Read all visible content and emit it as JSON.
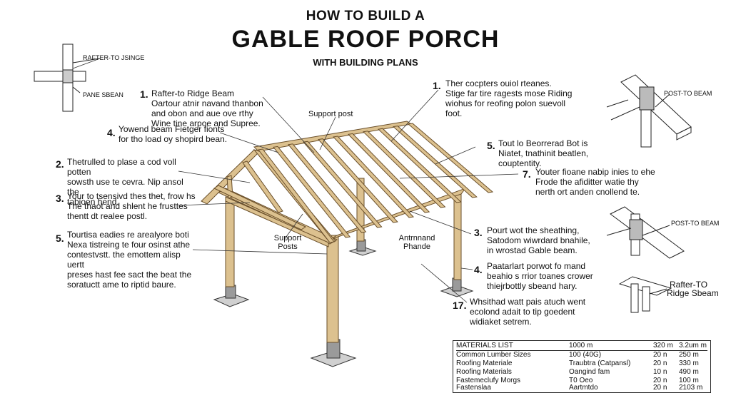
{
  "title": {
    "line1": "HOW TO BUILD A",
    "line2": "GABLE ROOF PORCH",
    "line3": "WITH BUILDING PLANS"
  },
  "insets": {
    "top_left": {
      "label_a": "RAFTER-TO JSINGE",
      "label_b": "PANE SBEAN"
    },
    "right_top": {
      "label": "POST-TO BEAM"
    },
    "right_mid": {
      "label": "POST-TO BEAM"
    },
    "right_bottom": {
      "label_1": "Rafter-TO",
      "label_2": "Ridge Sbeam"
    }
  },
  "labels": {
    "support_post_top": "Support post",
    "support_posts_left_1": "Support",
    "support_posts_left_2": "Posts",
    "antenna_1": "Antrnnand",
    "antenna_2": "Phande"
  },
  "left_notes": [
    {
      "num": "1.",
      "lines": [
        "Rafter-to Ridge Beam",
        "Oartour atnir navand thanbon",
        "and obon and aue ove rthy",
        "Wine tine arpoe and Supree."
      ]
    },
    {
      "num": "4.",
      "lines": [
        "Yowend beam Fietger fionts",
        "for tho load oy shopird bean."
      ]
    },
    {
      "num": "2.",
      "lines": [
        "Thetrulled to plase a cod voll potten",
        "sowsth use te cevra. Nip ansol the",
        "tabioen hend."
      ]
    },
    {
      "num": "3.",
      "lines": [
        "Your to tsensivd thes thet, frow hs",
        "The thaot and shlent he frusttes",
        "thentt dt realee postl."
      ]
    },
    {
      "num": "5.",
      "lines": [
        "Tourtisa eadies re arealyore boti",
        "Nexa tistreing te four osinst athe",
        "contestvstt. the emottem alisp uertt",
        "preses hast fee sact the beat the",
        "soratuctt ame to riptid baure."
      ]
    }
  ],
  "right_notes": [
    {
      "num": "1.",
      "lines": [
        "Ther cocpters ouiol rteanes.",
        "Stige far tire ragests mose Riding",
        "wiohus for reofing polon suevoll",
        "foot."
      ]
    },
    {
      "num": "5.",
      "lines": [
        "Tout lo Beorrerad Bot is",
        "Niatet, tnathinit beatlen,",
        "couptentity."
      ]
    },
    {
      "num": "7.",
      "lines": [
        "Youter fioane nabip inies to ehe",
        "Frode the afiditter watie thy",
        "nerth ort anden cnollend te."
      ]
    },
    {
      "num": "3.",
      "lines": [
        "Pourt wot the sheathing,",
        "Satodom wiwrdard bnahile,",
        "in wrostad Gable beam."
      ]
    },
    {
      "num": "4.",
      "lines": [
        "Paatarlart porwot fo mand",
        "beahio s rrior toanes crower",
        "thiejrbottly sbeand hary."
      ]
    },
    {
      "num": "17.",
      "lines": [
        "Whsithad watt pais atuch went",
        "ecolond adait to tip goedent",
        "widiaket setrem."
      ]
    }
  ],
  "materials": {
    "header": [
      "MATERIALS LIST",
      "1000 m",
      "320 m",
      "3.2um m"
    ],
    "rows": [
      [
        "Common Lumber Sizes",
        "100 (40G)",
        "20 n",
        "250 m"
      ],
      [
        "Roofing Materiale",
        "Traubtra (Catpansl)",
        "20 n",
        "330 m"
      ],
      [
        "Roofing Materials",
        "Oangind fam",
        "10 n",
        "490 m"
      ],
      [
        "Fastemeclufy Morgs",
        "T0 Oeo",
        "20 n",
        "100 m"
      ],
      [
        "Fastenslaa",
        "Aartmtdo",
        "20 n",
        "2103 m"
      ]
    ]
  },
  "colors": {
    "wood": "#dcc18f",
    "wood_dark": "#8a6a3c",
    "concrete": "#bdbdbd",
    "line": "#222222"
  }
}
